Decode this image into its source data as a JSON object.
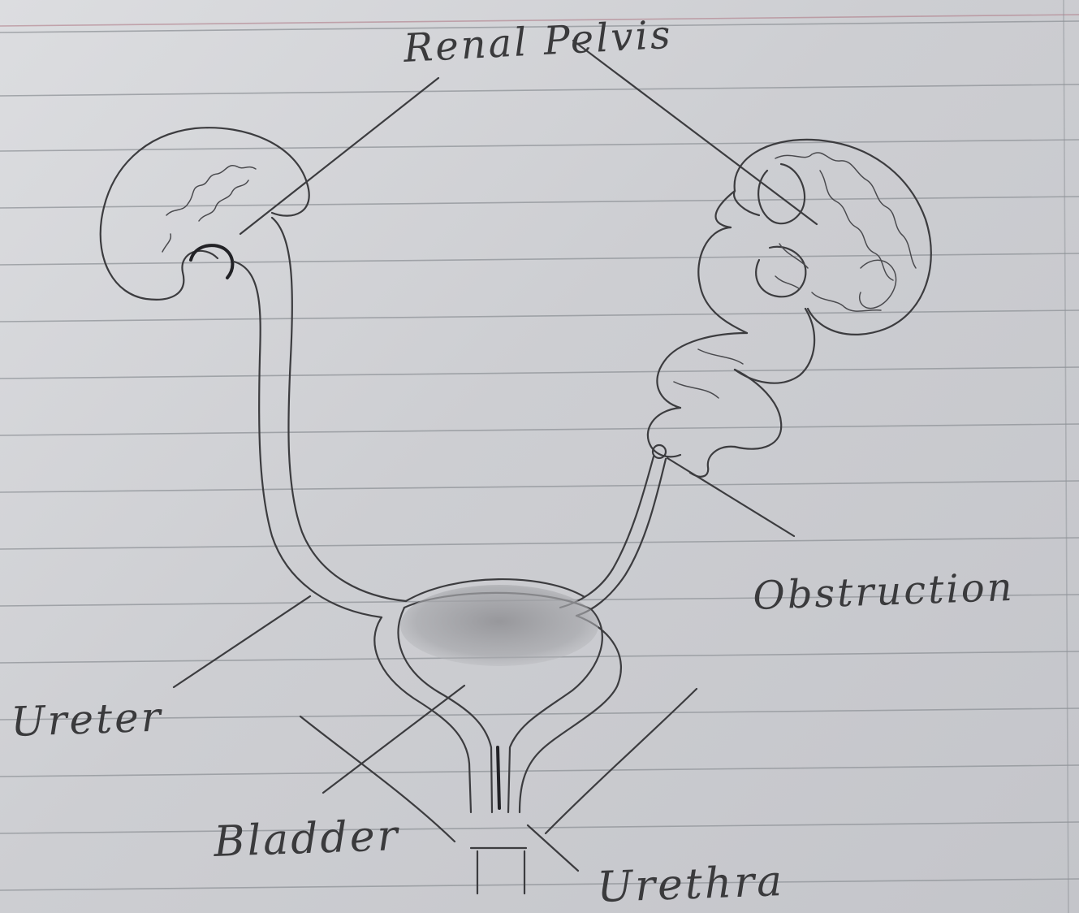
{
  "labels": {
    "renal_pelvis": "Renal Pelvis",
    "obstruction": "Obstruction",
    "ureter": "Ureter",
    "bladder": "Bladder",
    "urethra": "Urethra"
  },
  "colors": {
    "paper": "#cfd0d3",
    "pencil": "#3c3c3f",
    "rule_line": "#8f9398",
    "margin_line": "#b07c88"
  }
}
